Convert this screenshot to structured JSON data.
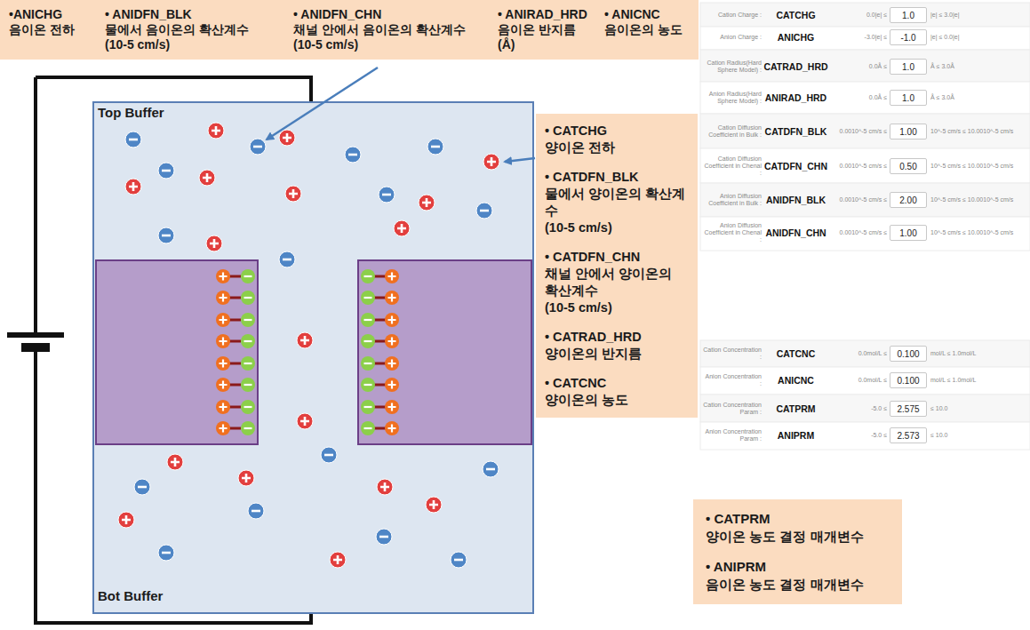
{
  "diagram": {
    "nodes": [
      {
        "text": [
          "•ANICHG",
          "음이온 전하",
          "• ANIDFN_BLK",
          "물에서 음이온의 확산계수",
          "(10-5 cm/s)",
          "• ANIDFN_CHN",
          "채널 안에서 음이온의 확산계수",
          "(10-5 cm/s)",
          "• ANIRAD_HRD",
          "음이온 반지름",
          "(Å)",
          "• ANICNC",
          "음이온의 농도"
        ]
      },
      {
        "text": [
          "Top Buffer",
          "Bot Buffer"
        ]
      },
      {
        "text": [
          "• CATCHG",
          "양이온 전하",
          "• CATDFN_BLK",
          "물에서 양이온의 확산계수",
          "(10-5 cm/s)",
          "• CATDFN_CHN",
          "채널 안에서 양이온의 확산계수",
          "(10-5 cm/s)",
          "• CATRAD_HRD",
          "양이온의 반지름",
          "• CATCNC",
          "양이온의 농도"
        ]
      },
      {
        "text": [
          "1.0"
        ]
      },
      {
        "text": [
          "-1.0"
        ]
      },
      {
        "text": [
          "1.0"
        ]
      },
      {
        "text": [
          "1.0"
        ]
      },
      {
        "text": [
          "1.00"
        ]
      },
      {
        "text": [
          "0.50"
        ]
      },
      {
        "text": [
          "2.00"
        ]
      },
      {
        "text": [
          "1.00"
        ]
      },
      {
        "text": [
          "0.100"
        ]
      },
      {
        "text": [
          "0.100"
        ]
      },
      {
        "text": [
          "2.575"
        ]
      },
      {
        "text": [
          "2.573"
        ]
      },
      {
        "text": [
          "• CATPRM",
          "양이온 농도 결정 매개변수",
          "• ANIPRM",
          "음이온 농도 결정 매개변수"
        ]
      }
    ],
    "labels": [
      "Cation Charge :",
      "CATCHG",
      "0.0|e| ≤",
      "|e| ≤ 3.0|e|",
      "Anion Charge :",
      "ANICHG",
      "-3.0|e| ≤",
      "|e| ≤ 0.0|e|",
      "Cation Radius(Hard Sphere Model) :",
      "CATRAD_HRD",
      "0.0Å ≤",
      "Å ≤ 3.0Å",
      "Anion Radius(Hard Sphere Model) :",
      "ANIRAD_HRD",
      "0.0Å ≤",
      "Å ≤ 3.0Å",
      "Cation Diffusion Coefficient in Bulk :",
      "CATDFN_BLK",
      "0.0010^-5 cm/s ≤",
      "10^-5 cm/s ≤ 10.0010^-5 cm/s",
      "Cation Diffusion Coefficient in Chenal :",
      "CATDFN_CHN",
      "0.0010^-5 cm/s ≤",
      "10^-5 cm/s ≤ 10.0010^-5 cm/s",
      "Anion Diffusion Coefficient in Bulk :",
      "ANIDFN_BLK",
      "0.0010^-5 cm/s ≤",
      "10^-5 cm/s ≤ 10.0010^-5 cm/s",
      "Anion Diffusion Coefficient in Chenal :",
      "ANIDFN_CHN",
      "0.0010^-5 cm/s ≤",
      "10^-5 cm/s ≤ 10.0010^-5 cm/s",
      "Cation Concentration :",
      "CATCNC",
      "0.0mol/L ≤",
      "mol/L ≤ 1.0mol/L",
      "Anion Concentration :",
      "ANICNC",
      "0.0mol/L ≤",
      "mol/L ≤ 1.0mol/L",
      "Cation Concentration Param :",
      "CATPRM",
      "-5.0 ≤",
      "≤ 10.0",
      "Anion Concentration Param :",
      "ANIPRM",
      "-5.0 ≤",
      "≤ 10.0"
    ]
  }
}
